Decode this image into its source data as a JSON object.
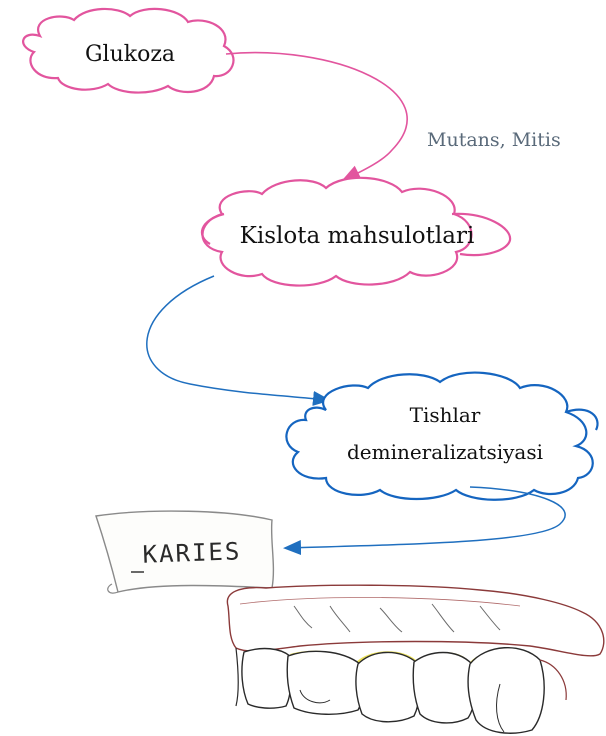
{
  "nodes": {
    "glucose": {
      "label": "Glukoza",
      "color": "#e2559e"
    },
    "acid_products": {
      "label": "Kislota mahsulotlari",
      "color": "#e2559e"
    },
    "demineralization": {
      "line1": "Tishlar",
      "line2": "demineralizatsiyasi",
      "color": "#1565c0"
    },
    "caries": {
      "label": "KARIES"
    }
  },
  "edges": {
    "glucose_to_acid": {
      "label": "Mutans, Mitis",
      "color": "#e2559e"
    },
    "acid_to_demin": {
      "color": "#1f6fbf"
    },
    "demin_to_caries": {
      "color": "#1f6fbf"
    }
  },
  "illustration": {
    "subject": "teeth-with-yellow-plaque",
    "plaque_color": "#e8dc3a"
  }
}
